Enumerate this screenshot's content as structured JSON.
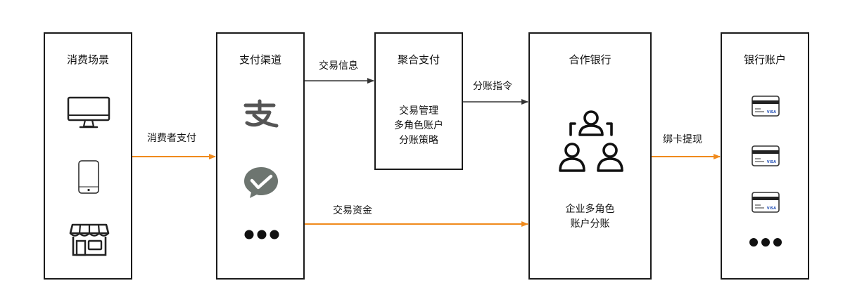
{
  "nodes": {
    "consumer": {
      "title": "消费场景",
      "icons": [
        "monitor-icon",
        "phone-icon",
        "storefront-icon"
      ]
    },
    "channel": {
      "title": "支付渠道",
      "icons": [
        "alipay-icon",
        "wechat-pay-icon",
        "more-dots-icon"
      ]
    },
    "aggregate": {
      "title": "聚合支付",
      "lines": [
        "交易管理",
        "多角色账户",
        "分账策略"
      ]
    },
    "bank": {
      "title": "合作银行",
      "icon": "group-people-icon",
      "lines": [
        "企业多角色",
        "账户分账"
      ]
    },
    "account": {
      "title": "银行账户",
      "icons": [
        "bank-card-icon",
        "bank-card-icon",
        "bank-card-icon",
        "more-dots-icon"
      ],
      "card_brand": "VISA"
    }
  },
  "edges": {
    "consumer_pay": {
      "label": "消费者支付",
      "color": "#f08a1c"
    },
    "trade_info": {
      "label": "交易信息",
      "color": "#333333"
    },
    "split_cmd": {
      "label": "分账指令",
      "color": "#333333"
    },
    "trade_funds": {
      "label": "交易资金",
      "color": "#f08a1c"
    },
    "bind_withdraw": {
      "label": "绑卡提现",
      "color": "#f08a1c"
    }
  }
}
